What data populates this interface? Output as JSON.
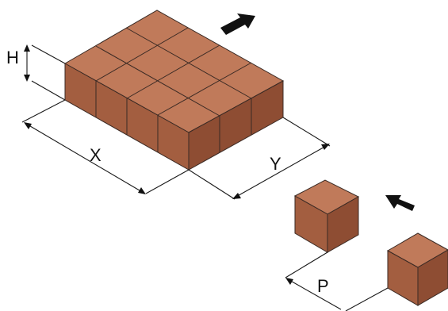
{
  "labels": {
    "height": "H",
    "length_x": "X",
    "length_y": "Y",
    "pitch": "P"
  },
  "layer_grid": {
    "rows": 3,
    "cols": 4
  },
  "colors": {
    "cube_top": "#c07a5a",
    "cube_left": "#a35e40",
    "cube_right": "#8e4d33",
    "outline": "#3a2a24",
    "arrow": "#111111"
  },
  "icons": [
    "direction-arrow-icon",
    "direction-arrow-icon"
  ]
}
